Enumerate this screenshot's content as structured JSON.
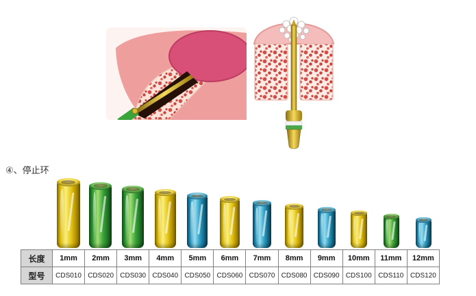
{
  "section_label": "④、停止环",
  "table": {
    "length_header": "长度",
    "model_header": "型号"
  },
  "stoppers": [
    {
      "length": "1mm",
      "model": "CDS010",
      "color": "yellow"
    },
    {
      "length": "2mm",
      "model": "CDS020",
      "color": "green"
    },
    {
      "length": "3mm",
      "model": "CDS030",
      "color": "green"
    },
    {
      "length": "4mm",
      "model": "CDS040",
      "color": "yellow"
    },
    {
      "length": "5mm",
      "model": "CDS050",
      "color": "blue"
    },
    {
      "length": "6mm",
      "model": "CDS060",
      "color": "yellow"
    },
    {
      "length": "7mm",
      "model": "CDS070",
      "color": "blue"
    },
    {
      "length": "8mm",
      "model": "CDS080",
      "color": "yellow"
    },
    {
      "length": "9mm",
      "model": "CDS090",
      "color": "blue"
    },
    {
      "length": "10mm",
      "model": "CDS100",
      "color": "yellow"
    },
    {
      "length": "11mm",
      "model": "CDS110",
      "color": "green"
    },
    {
      "length": "12mm",
      "model": "CDS120",
      "color": "blue"
    }
  ],
  "colors": {
    "yellow": "#e4c414",
    "green": "#3aa53a",
    "blue": "#2f9fc6",
    "bone_red": "#d14f49",
    "tissue_pink": "#ee9e9c",
    "canal_magenta": "#d84f78",
    "instrument_gold": "#e0bb3a"
  },
  "illustrations": {
    "left": "root-canal-cross-section",
    "right": "bone-graft-vertical-instrument"
  }
}
